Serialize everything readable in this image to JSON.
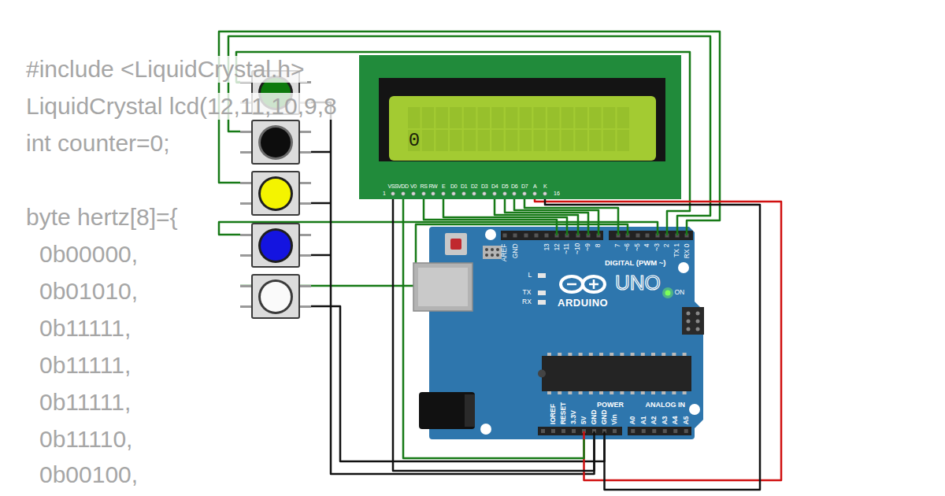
{
  "diagram": {
    "nodes": [
      {
        "text": [
          "0",
          "VSS",
          "VDD",
          "V0",
          "RS",
          "RW",
          "E",
          "D0",
          "D1",
          "D2",
          "D3",
          "D4",
          "D5",
          "D6",
          "D7",
          "A",
          "K",
          "1",
          "16"
        ]
      },
      {
        "text": [
          "AREF",
          "GND",
          "13",
          "12",
          "~11",
          "~10",
          "~9",
          "8",
          "7",
          "~6",
          "~5",
          "4",
          "~3",
          "2",
          "TX 1",
          "RX 0",
          "DIGITAL (PWM ~)",
          "L",
          "TX",
          "RX",
          "ARDUINO",
          "UNO",
          "ON",
          "IOREF",
          "RESET",
          "3.3V",
          "5V",
          "GND",
          "GND",
          "Vin",
          "POWER",
          "ANALOG IN",
          "A0",
          "A1",
          "A2",
          "A3",
          "A4",
          "A5"
        ]
      }
    ],
    "edges": [
      {
        "from": 0,
        "to": 1,
        "arrow": "none"
      },
      {
        "from": 0,
        "to": 1,
        "arrow": "none"
      },
      {
        "from": 0,
        "to": 1,
        "arrow": "none"
      },
      {
        "from": 0,
        "to": 1,
        "arrow": "none"
      },
      {
        "from": 0,
        "to": 1,
        "arrow": "none"
      },
      {
        "from": 0,
        "to": 1,
        "arrow": "none"
      },
      {
        "from": 0,
        "to": 1,
        "arrow": "none"
      },
      {
        "from": 0,
        "to": 1,
        "arrow": "none"
      },
      {
        "from": 0,
        "to": 1,
        "arrow": "none"
      },
      {
        "from": 0,
        "to": 1,
        "arrow": "none"
      }
    ],
    "labels": [
      "#include <LiquidCrystal.h>",
      "LiquidCrystal lcd(12,11,10,9,8",
      "int counter=0;",
      "byte hertz[8]={",
      "0b00000,",
      "0b01010,",
      "0b11111,",
      "0b11111,",
      "0b11111,",
      "0b11110,",
      "0b00100,"
    ]
  }
}
